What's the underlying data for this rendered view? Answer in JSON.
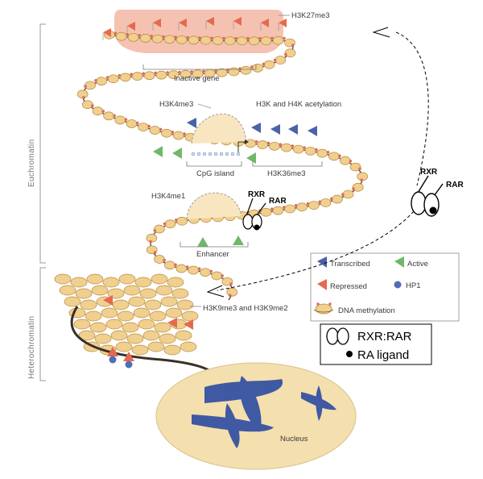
{
  "sections": {
    "euchromatin": "Euchromatin",
    "heterochromatin": "Heterochromatin"
  },
  "labels": {
    "h3k27me3": "H3K27me3",
    "inactive_gene": "Inactive gene",
    "h3k4me3": "H3K4me3",
    "h3k_h4k_acetylation": "H3K and H4K acetylation",
    "cpg_island": "CpG island",
    "h3k36me3": "H3K36me3",
    "h3k4me1": "H3K4me1",
    "enhancer": "Enhancer",
    "h3k9": "H3K9me3 and H3K9me2",
    "nucleus": "Nucleus",
    "rxr_inset": "RXR",
    "rar_inset": "RAR",
    "rxr_side": "RXR",
    "rar_side": "RAR"
  },
  "legend": {
    "transcribed": "Transcribed",
    "active": "Active",
    "repressed": "Repressed",
    "hp1": "HP1",
    "dna_methylation": "DNA methylation"
  },
  "key": {
    "rxr_rar": "RXR:RAR",
    "ra_ligand": "RA ligand"
  },
  "colors": {
    "nucleosome": "#f1cf8e",
    "nucleosome_edge": "#b58a3f",
    "methyl": "#e06a5a",
    "transcribed_flag": "#4a63a8",
    "active_flag": "#6fb86a",
    "repressed_flag": "#e46a4e",
    "hp1": "#4f6fb3",
    "nucleus": "#f4dfae",
    "chromosome": "#3f59a3",
    "inactive_band": "#f3b7a5"
  }
}
